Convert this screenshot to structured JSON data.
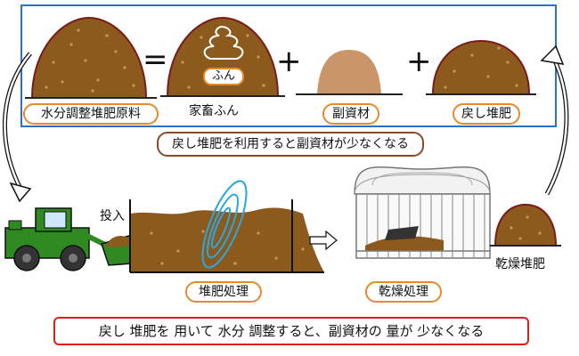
{
  "labels": {
    "raw_material": "水分調整堆肥原料",
    "dung": "ふん",
    "livestock_dung": "家畜ふん",
    "sub_material": "副資材",
    "return_compost": "戻し堆肥",
    "box_message": "戻し堆肥を利用すると副資材が少なくなる",
    "input": "投入",
    "composting": "堆肥処理",
    "drying": "乾燥処理",
    "dried_compost": "乾燥堆肥",
    "bottom_message": "戻し 堆肥を 用いて 水分 調整すると、副資材の 量が 少なくなる"
  },
  "operators": {
    "equals": "=",
    "plus": "+"
  },
  "colors": {
    "compost": "#8d5a1e",
    "compost_dark": "#5e3510",
    "outline": "#7a1a1a",
    "sawdust": "#c99569",
    "blue_box": "#2e6fc7",
    "pill_orange": "#e8892a",
    "brown_border": "#8a4a2a",
    "red_border": "#e21b1b",
    "loader": "#2f8a22",
    "swirl": "#2aa7e0"
  }
}
